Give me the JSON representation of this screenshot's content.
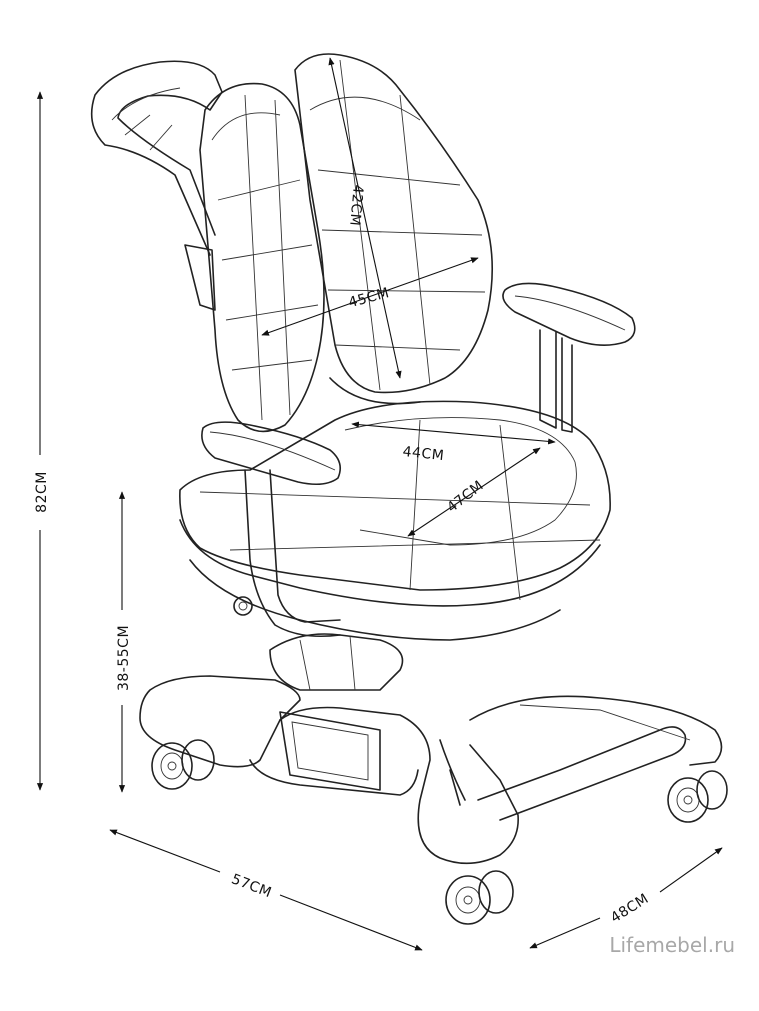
{
  "dimensions": {
    "overall_height": "82CM",
    "seat_height": "38-55CM",
    "base_width": "57CM",
    "base_depth": "48CM",
    "backrest_height": "42CM",
    "backrest_width": "45CM",
    "seat_width": "44CM",
    "seat_depth": "47CM"
  },
  "watermark": "Lifemebel.ru",
  "colors": {
    "line": "#222222",
    "watermark": "#a8a8a8",
    "background": "#ffffff"
  }
}
